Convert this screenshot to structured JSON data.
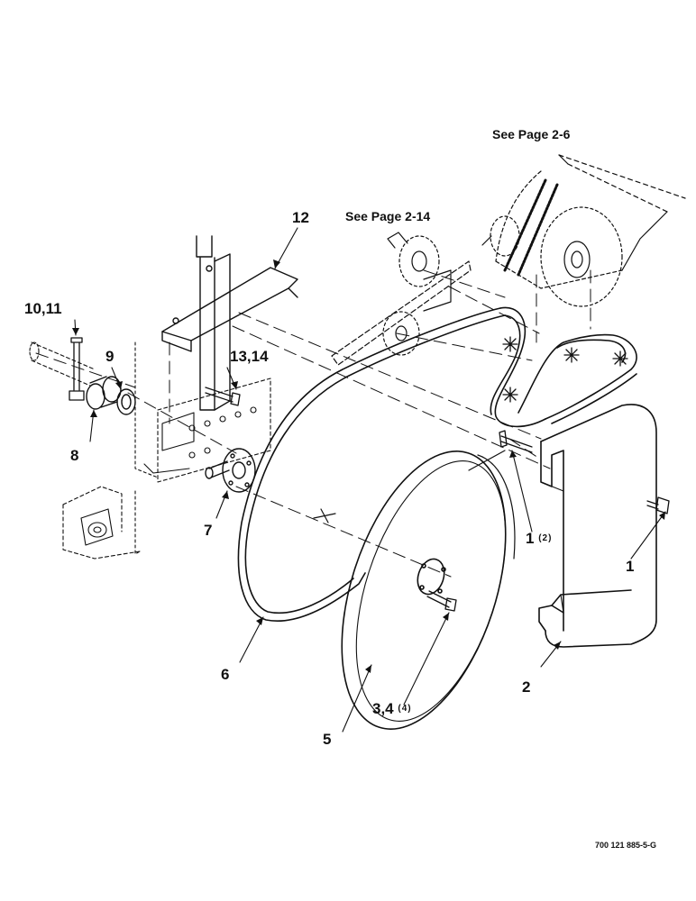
{
  "references": {
    "upper": "See Page 2-6",
    "middle": "See Page 2-14"
  },
  "callouts": {
    "c1": {
      "label": "1"
    },
    "c1b": {
      "label": "1",
      "qty": "(2)"
    },
    "c2": {
      "label": "2"
    },
    "c34": {
      "label": "3,4",
      "qty": "(4)"
    },
    "c5": {
      "label": "5"
    },
    "c6": {
      "label": "6"
    },
    "c7": {
      "label": "7"
    },
    "c8": {
      "label": "8"
    },
    "c9": {
      "label": "9"
    },
    "c1011": {
      "label": "10,11"
    },
    "c12": {
      "label": "12"
    },
    "c1314": {
      "label": "13,14"
    }
  },
  "document_number": "700 121 885-5-G"
}
